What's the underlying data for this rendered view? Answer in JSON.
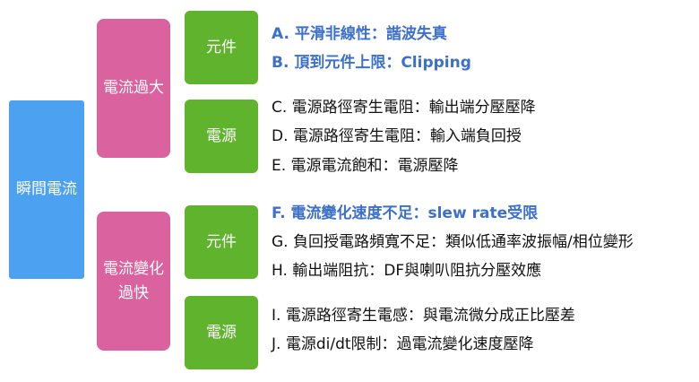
{
  "root": {
    "label": "瞬間電流"
  },
  "branches": [
    {
      "label": "電流過大",
      "groups": [
        {
          "label": "元件",
          "causes": [
            {
              "text": "A. 平滑非線性：諧波失真",
              "highlight": true
            },
            {
              "text": "B. 頂到元件上限：Clipping",
              "highlight": true
            }
          ]
        },
        {
          "label": "電源",
          "causes": [
            {
              "text": "C. 電源路徑寄生電阻：輸出端分壓壓降",
              "highlight": false
            },
            {
              "text": "D. 電源路徑寄生電阻：輸入端負回授",
              "highlight": false
            },
            {
              "text": "E. 電源電流飽和：電源壓降",
              "highlight": false
            }
          ]
        }
      ]
    },
    {
      "label": "電流變化過快",
      "label_lines": [
        "電流變化",
        "過快"
      ],
      "groups": [
        {
          "label": "元件",
          "causes": [
            {
              "text": "F. 電流變化速度不足：slew rate受限",
              "highlight": true
            },
            {
              "text": "G. 負回授電路頻寬不足：類似低通率波振幅/相位變形",
              "highlight": false
            },
            {
              "text": "H. 輸出端阻抗：DF與喇叭阻抗分壓效應",
              "highlight": false
            }
          ]
        },
        {
          "label": "電源",
          "causes": [
            {
              "text": "I. 電源路徑寄生電感：與電流微分成正比壓差",
              "highlight": false
            },
            {
              "text": "J. 電源di/dt限制：過電流變化速度壓降",
              "highlight": false
            }
          ]
        }
      ]
    }
  ],
  "colors": {
    "root": "#4da1f1",
    "branch": "#d9629f",
    "group": "#5fb32d",
    "highlight_text": "#3d70c9",
    "normal_text": "#111111"
  }
}
